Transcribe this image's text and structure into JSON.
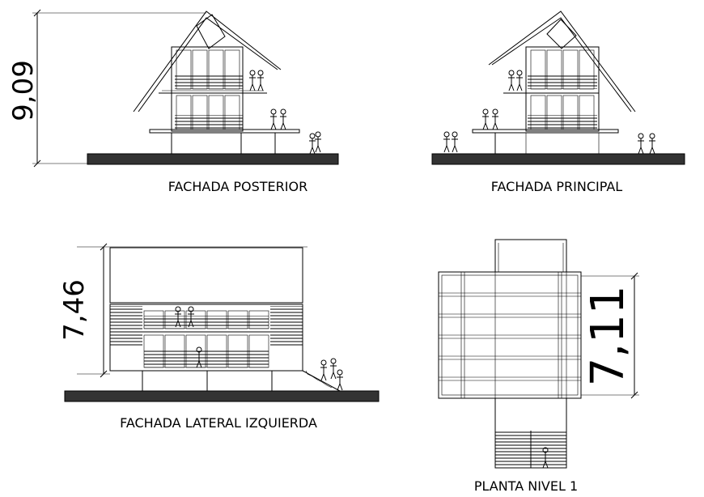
{
  "drawings": {
    "rear": {
      "title": "FACHADA POSTERIOR",
      "dimension": "9,09"
    },
    "front": {
      "title": "FACHADA PRINCIPAL"
    },
    "left_side": {
      "title": "FACHADA LATERAL IZQUIERDA",
      "dimension": "7,46"
    },
    "floor_plan": {
      "title": "PLANTA NIVEL 1",
      "dimension": "7,11"
    }
  }
}
